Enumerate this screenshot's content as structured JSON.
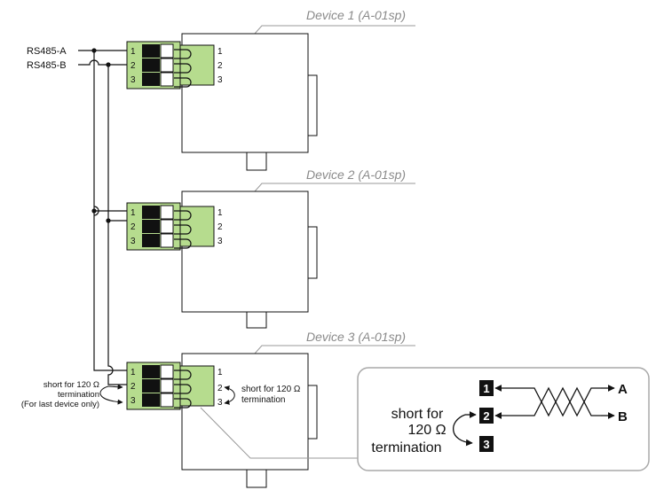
{
  "colors": {
    "terminal_green": "#b6dc8e",
    "wire": "#111111",
    "leader": "#999999",
    "callout_border": "#a9a9a9"
  },
  "inputs": {
    "a": "RS485-A",
    "b": "RS485-B"
  },
  "devices": [
    {
      "title": "Device 1 (A-01sp)"
    },
    {
      "title": "Device 2 (A-01sp)"
    },
    {
      "title": "Device 3 (A-01sp)"
    }
  ],
  "pin_numbers": [
    "1",
    "2",
    "3"
  ],
  "terminal_note_left": [
    "short for 120 Ω",
    "termination",
    "(For last device only)"
  ],
  "terminal_note_right": [
    "short for 120 Ω",
    "termination"
  ],
  "callout": {
    "note": [
      "short for",
      "120 Ω",
      "termination"
    ],
    "line_a": "A",
    "line_b": "B",
    "pins": [
      "1",
      "2",
      "3"
    ]
  }
}
